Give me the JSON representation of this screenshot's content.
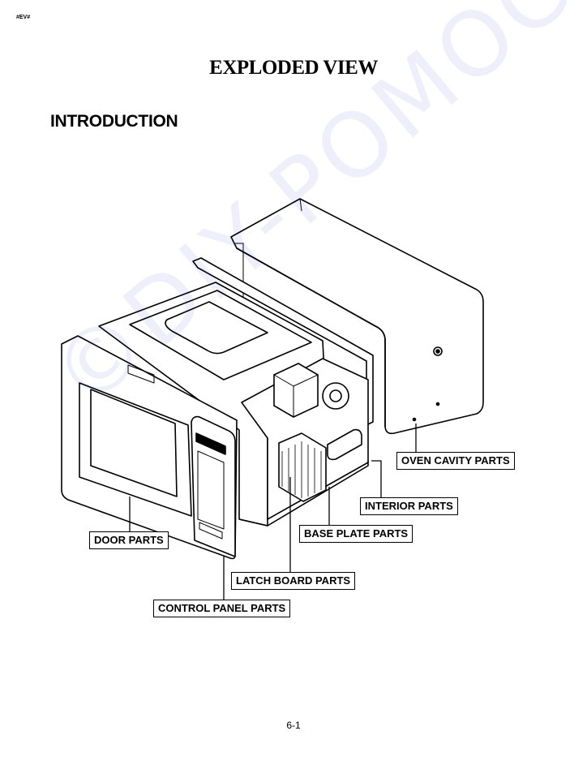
{
  "doc": {
    "tag": "#EV#",
    "title": "EXPLODED VIEW",
    "section": "INTRODUCTION",
    "page_number": "6-1",
    "watermark": "©DIY-POMOC.cz"
  },
  "callouts": {
    "oven_cavity": "OVEN CAVITY PARTS",
    "interior": "INTERIOR PARTS",
    "base_plate": "BASE PLATE PARTS",
    "door": "DOOR PARTS",
    "latch_board": "LATCH BOARD PARTS",
    "control_panel": "CONTROL PANEL PARTS"
  }
}
